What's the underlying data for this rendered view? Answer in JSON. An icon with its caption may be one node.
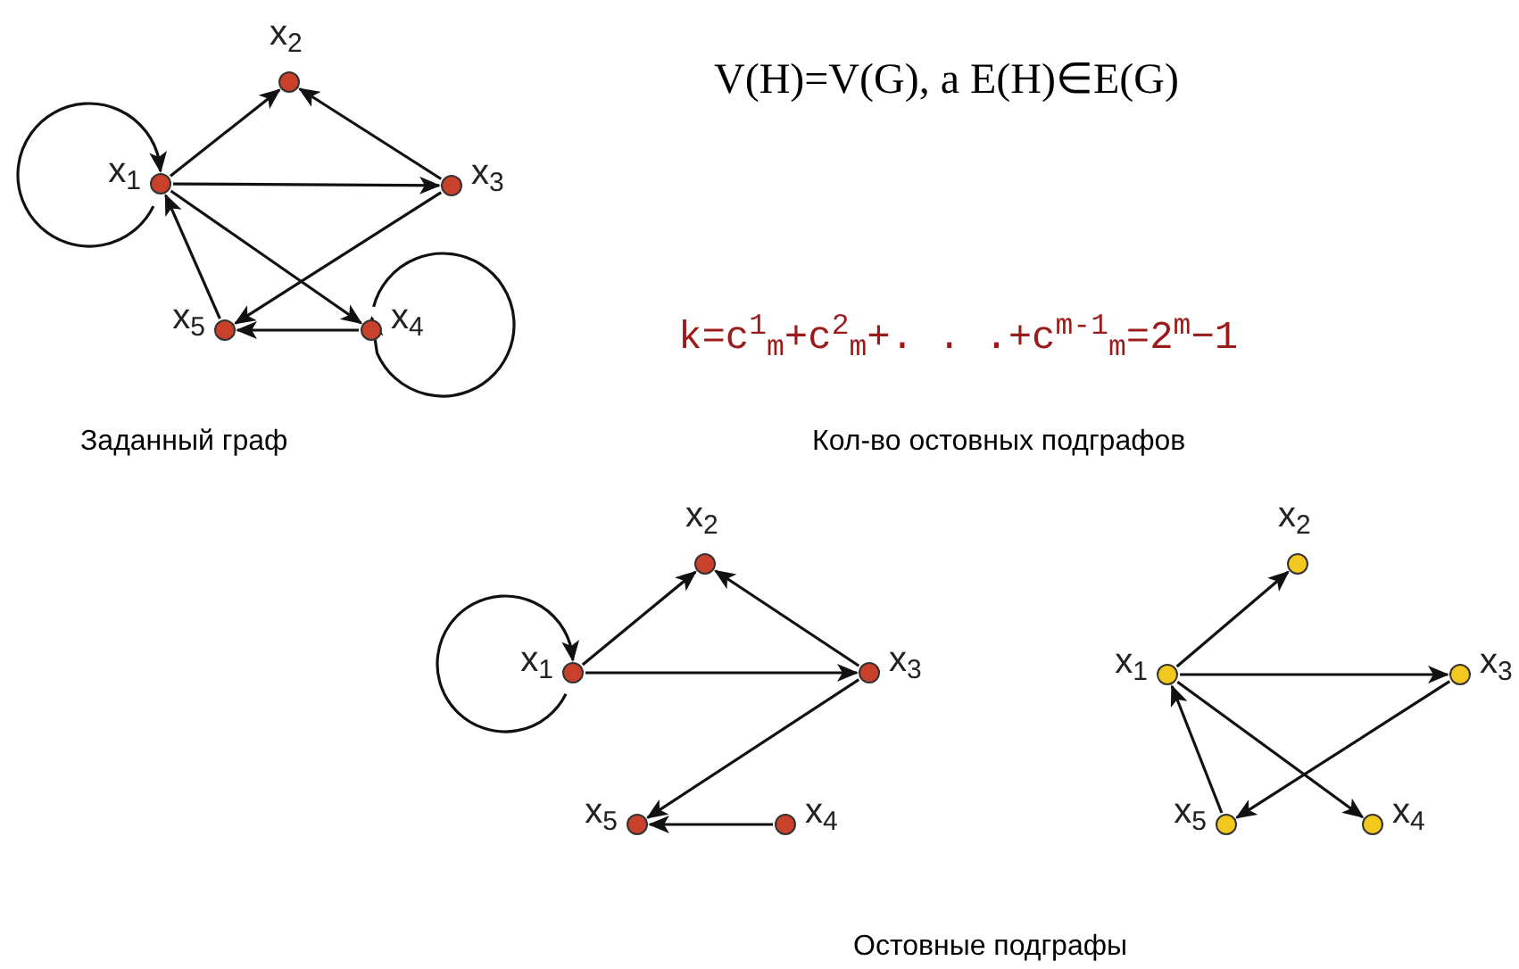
{
  "diagram": {
    "nodes": [
      {
        "text": [
          "x$_{1}$"
        ]
      },
      {
        "text": [
          "x$_{2}$"
        ]
      },
      {
        "text": [
          "x$_{3}$"
        ]
      },
      {
        "text": [
          "x$_{4}$"
        ]
      },
      {
        "text": [
          "x$_{5}$"
        ]
      },
      {
        "text": [
          "x$_{1}$"
        ]
      },
      {
        "text": [
          "x$_{2}$"
        ]
      },
      {
        "text": [
          "x$_{3}$"
        ]
      },
      {
        "text": [
          "x$_{4}$"
        ]
      },
      {
        "text": [
          "x$_{5}$"
        ]
      },
      {
        "text": [
          "x$_{1}$"
        ]
      },
      {
        "text": [
          "x$_{2}$"
        ]
      },
      {
        "text": [
          "x$_{3}$"
        ]
      },
      {
        "text": [
          "x$_{4}$"
        ]
      },
      {
        "text": [
          "x$_{5}$"
        ]
      }
    ],
    "edges": [
      {
        "from": 0,
        "to": 0,
        "arrow": "to"
      },
      {
        "from": 0,
        "to": 1,
        "arrow": "to"
      },
      {
        "from": 2,
        "to": 1,
        "arrow": "to"
      },
      {
        "from": 0,
        "to": 2,
        "arrow": "to"
      },
      {
        "from": 2,
        "to": 4,
        "arrow": "to"
      },
      {
        "from": 0,
        "to": 3,
        "arrow": "to"
      },
      {
        "from": 4,
        "to": 0,
        "arrow": "to"
      },
      {
        "from": 3,
        "to": 4,
        "arrow": "to"
      },
      {
        "from": 3,
        "to": 3,
        "arrow": "to"
      },
      {
        "from": 5,
        "to": 5,
        "arrow": "to"
      },
      {
        "from": 5,
        "to": 6,
        "arrow": "to"
      },
      {
        "from": 7,
        "to": 6,
        "arrow": "to"
      },
      {
        "from": 5,
        "to": 7,
        "arrow": "to"
      },
      {
        "from": 7,
        "to": 9,
        "arrow": "to"
      },
      {
        "from": 8,
        "to": 9,
        "arrow": "to"
      },
      {
        "from": 10,
        "to": 11,
        "arrow": "to"
      },
      {
        "from": 10,
        "to": 12,
        "arrow": "to"
      },
      {
        "from": 12,
        "to": 14,
        "arrow": "to"
      },
      {
        "from": 10,
        "to": 13,
        "arrow": "to"
      },
      {
        "from": 14,
        "to": 10,
        "arrow": "to"
      }
    ],
    "labels": [
      "V(H)=V(G), a E(H)∈E(G)",
      "k=c$^{1}$$_{m}$+c$^{2}$$_{m}$+. . .+c$^{m-1}$$_{m}$=2$^{m}$−1",
      "Заданный граф",
      "Кол-во остовных подграфов",
      "Остовные подграфы"
    ]
  }
}
